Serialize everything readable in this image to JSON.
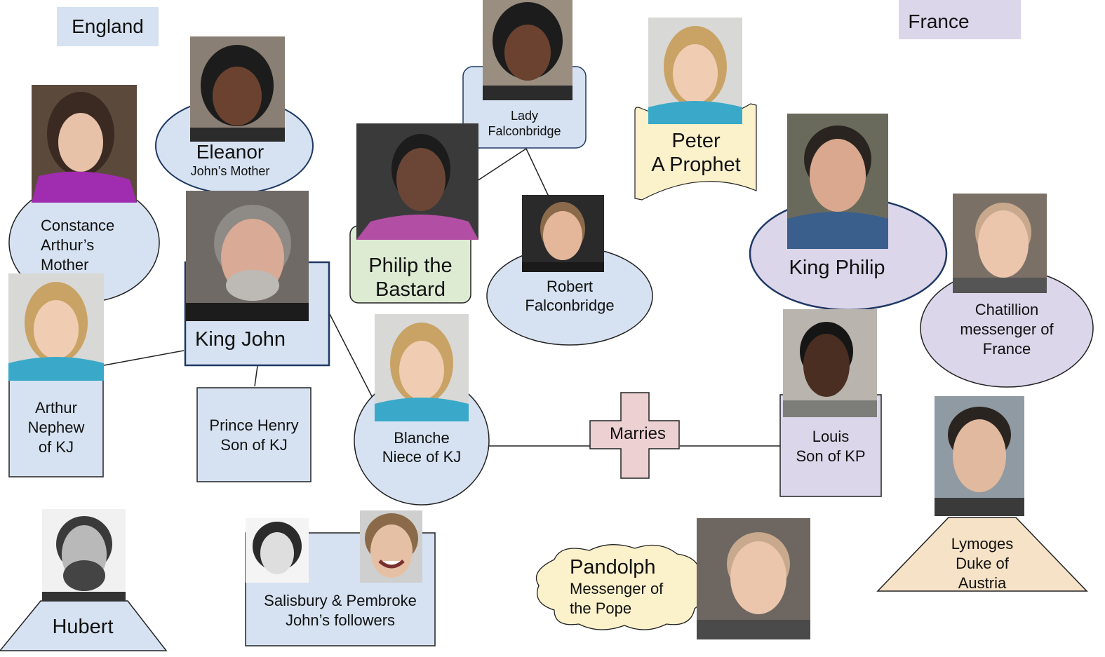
{
  "regions": {
    "england": "England",
    "france": "France"
  },
  "characters": {
    "eleanor": {
      "name": "Eleanor",
      "desc": "John’s Mother"
    },
    "lady": {
      "line1": "Lady",
      "line2": "Falconbridge"
    },
    "peter": {
      "line1": "Peter",
      "line2": "A Prophet"
    },
    "constance": {
      "line1": "Constance",
      "line2": "Arthur’s",
      "line3": "Mother"
    },
    "king_john": {
      "name": "King John"
    },
    "bastard": {
      "line1": "Philip the",
      "line2": "Bastard"
    },
    "robert": {
      "line1": "Robert",
      "line2": "Falconbridge"
    },
    "king_philip": {
      "name": "King Philip"
    },
    "chatillion": {
      "line1": "Chatillion",
      "line2": "messenger of",
      "line3": "France"
    },
    "arthur": {
      "line1": "Arthur",
      "line2": "Nephew",
      "line3": "of KJ"
    },
    "henry": {
      "line1": "Prince Henry",
      "line2": "Son of KJ"
    },
    "blanche": {
      "line1": "Blanche",
      "line2": "Niece of KJ"
    },
    "marries": "Marries",
    "louis": {
      "line1": "Louis",
      "line2": "Son of KP"
    },
    "lymoges": {
      "line1": "Lymoges",
      "line2": "Duke of",
      "line3": "Austria"
    },
    "hubert": {
      "name": "Hubert"
    },
    "salisbury": {
      "line1": "Salisbury & Pembroke",
      "line2": "John’s followers"
    },
    "pandolph": {
      "name": "Pandolph",
      "line2": "Messenger of",
      "line3": "the Pope"
    }
  },
  "colors": {
    "england_fill": "#d6e2f1",
    "france_fill": "#dcd6ea",
    "bastard_fill": "#dcebd2",
    "peter_fill": "#fbf1cb",
    "marries_fill": "#ecd0d2",
    "pandolph_fill": "#fbf1cb",
    "lymoges_fill": "#f6e2c6",
    "outline": "#1f3864"
  },
  "icons": [
    "actor-photo"
  ]
}
